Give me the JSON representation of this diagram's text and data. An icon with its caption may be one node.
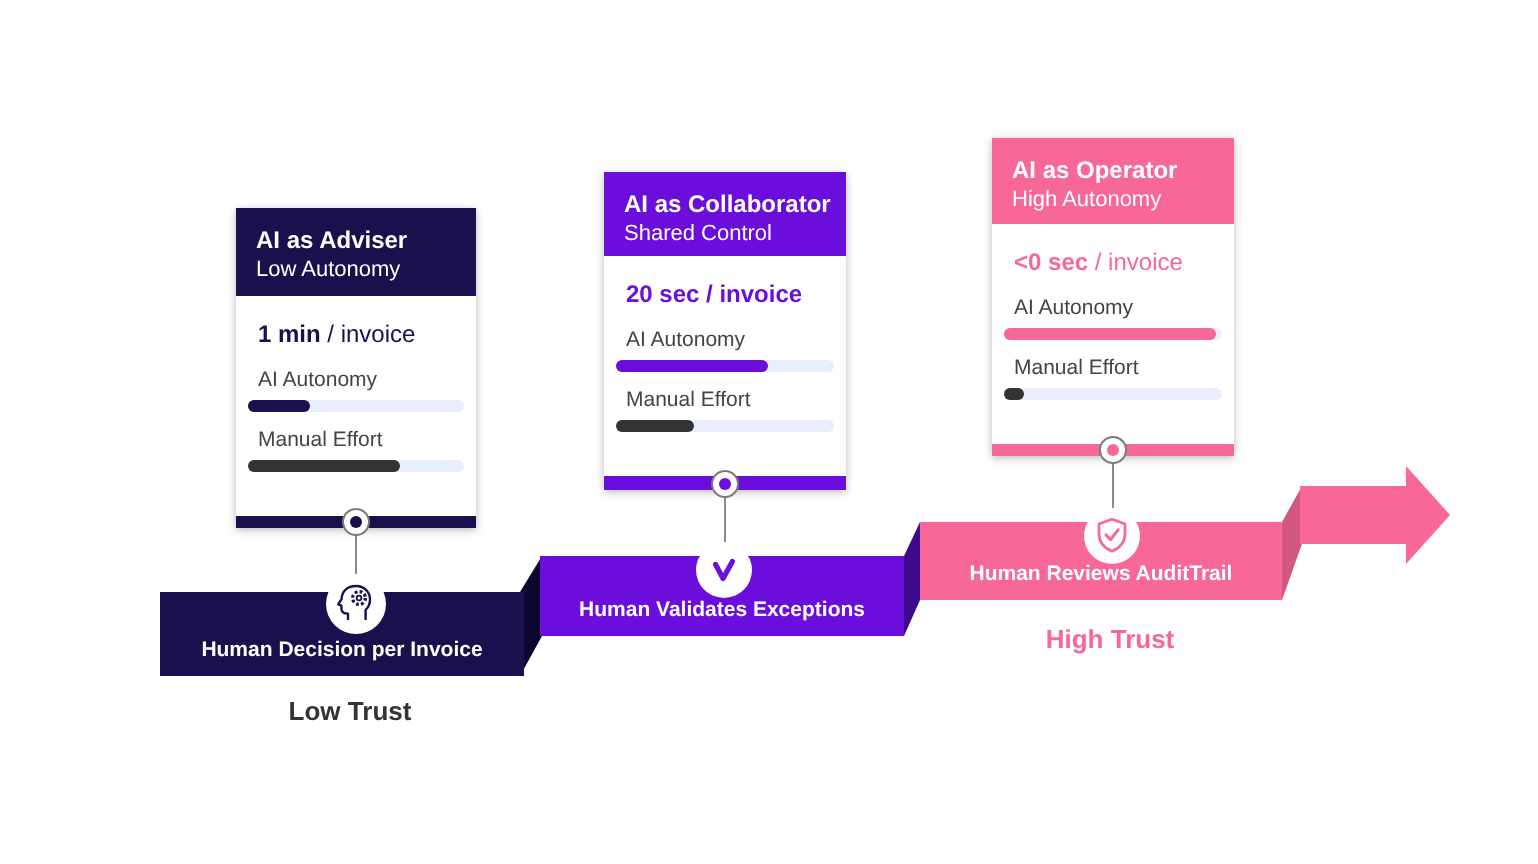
{
  "diagram": {
    "nodes": [
      {
        "text": [
          "**1 min** / invoice",
          "AI Autonomy",
          "Manual Effort"
        ]
      },
      {
        "text": [
          "AI as Adviser",
          "Low Autonomy"
        ],
        "in": 0
      },
      {
        "text": [
          "Human Decision per Invoice"
        ],
        "beside": [
          "Low Trust"
        ]
      },
      {
        "text": [
          "20 sec / invoice",
          "AI Autonomy",
          "Manual Effort"
        ]
      },
      {
        "text": [
          "AI as Collaborator",
          "Shared Control"
        ],
        "in": 3
      },
      {
        "text": [
          "Human Validates Exceptions"
        ]
      },
      {
        "text": [
          "**<0 sec** / invoice",
          "AI Autonomy",
          "Manual Effort"
        ]
      },
      {
        "text": [
          "AI as Operator",
          "High Autonomy"
        ],
        "in": 6
      },
      {
        "text": [
          "Human Reviews AuditTrail"
        ],
        "beside": [
          "High Trust"
        ]
      }
    ],
    "edges": [
      {
        "from": 0,
        "to": 2,
        "arrow": "other"
      },
      {
        "from": 3,
        "to": 5,
        "arrow": "other"
      },
      {
        "from": 6,
        "to": 8,
        "arrow": "other"
      },
      {
        "from": 8,
        "to": null,
        "arrow": "to",
        "style": "thick",
        "color": "#f7679a"
      }
    ]
  }
}
